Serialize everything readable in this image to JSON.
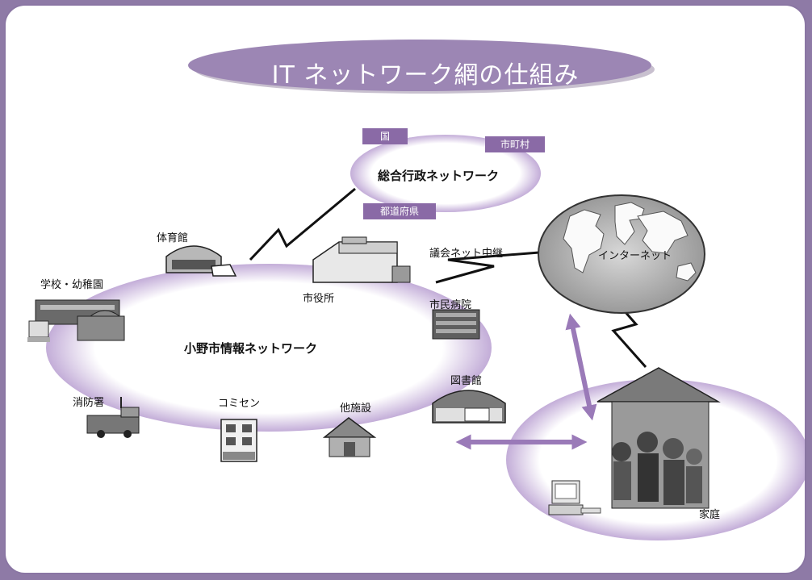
{
  "title": "IT ネットワーク網の仕組み",
  "tags": {
    "kuni": "国",
    "shichoson": "市町村",
    "todofuken": "都道府県"
  },
  "labels": {
    "sogo": "総合行政ネットワーク",
    "taiikukan": "体育館",
    "gakko": "学校・幼稚園",
    "shiyakusho": "市役所",
    "gikai": "議会ネット中継",
    "internet": "インターネット",
    "byoin": "市民病院",
    "ono": "小野市情報ネットワーク",
    "toshokan": "図書館",
    "shobosho": "消防署",
    "komisen": "コミセン",
    "tashisetsu": "他施設",
    "katei": "家庭"
  },
  "colors": {
    "frame": "#8e7aa6",
    "tag": "#8a6aa6",
    "ellipse_edge": "#c9b6dc",
    "arrow": "#9a7ab8"
  }
}
